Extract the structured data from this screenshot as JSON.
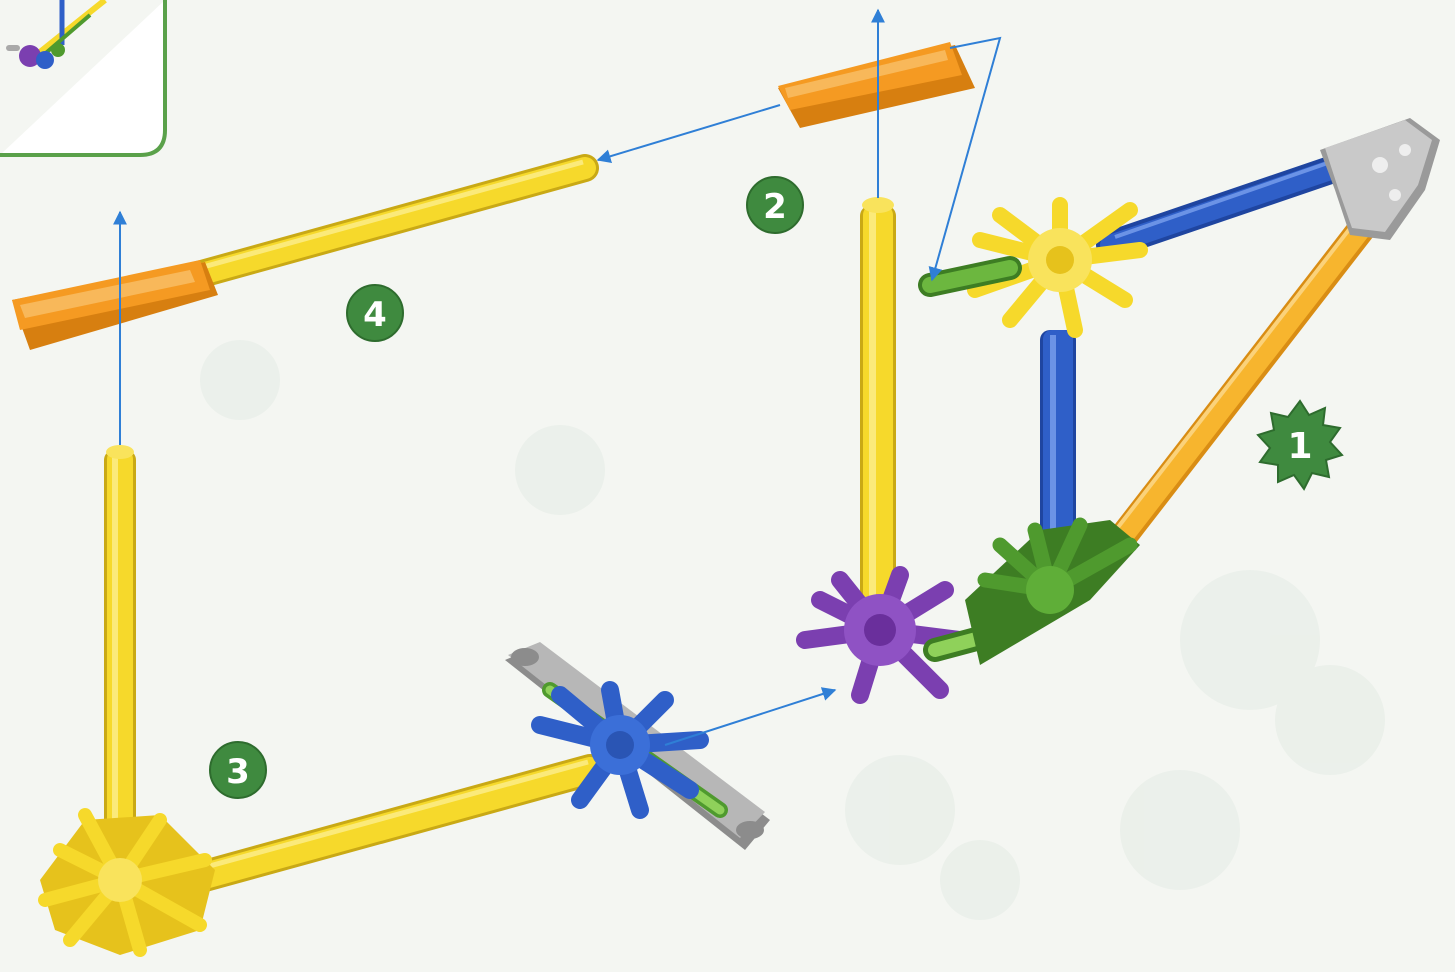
{
  "steps": [
    {
      "label": "1",
      "style": "starburst"
    },
    {
      "label": "2",
      "style": "circle"
    },
    {
      "label": "3",
      "style": "circle"
    },
    {
      "label": "4",
      "style": "circle"
    }
  ],
  "colors": {
    "background": "#f4f6f2",
    "badge_green": "#3f8a3f",
    "arrow_blue": "#2f7fd6",
    "rod_yellow": "#f6d92b",
    "rod_blue": "#2f5fc8",
    "rod_orange": "#f7b52e",
    "connector_orange": "#f59a22",
    "connector_purple": "#7b3fb0",
    "connector_green": "#4f9a2e",
    "connector_gray": "#a9a9a9",
    "preview_frame": "#5aa14a"
  },
  "parts": {
    "yellow_rods": 4,
    "blue_rods": 2,
    "orange_rods": 1,
    "green_rods": 2,
    "orange_connectors": 2,
    "gray_connectors": 2,
    "yellow_connectors": 2,
    "purple_connectors": 1,
    "green_connectors": 1,
    "blue_connectors": 1
  },
  "icons": [
    "step-badge-icon",
    "starburst-icon",
    "arrow-icon",
    "preview-thumbnail-icon"
  ]
}
